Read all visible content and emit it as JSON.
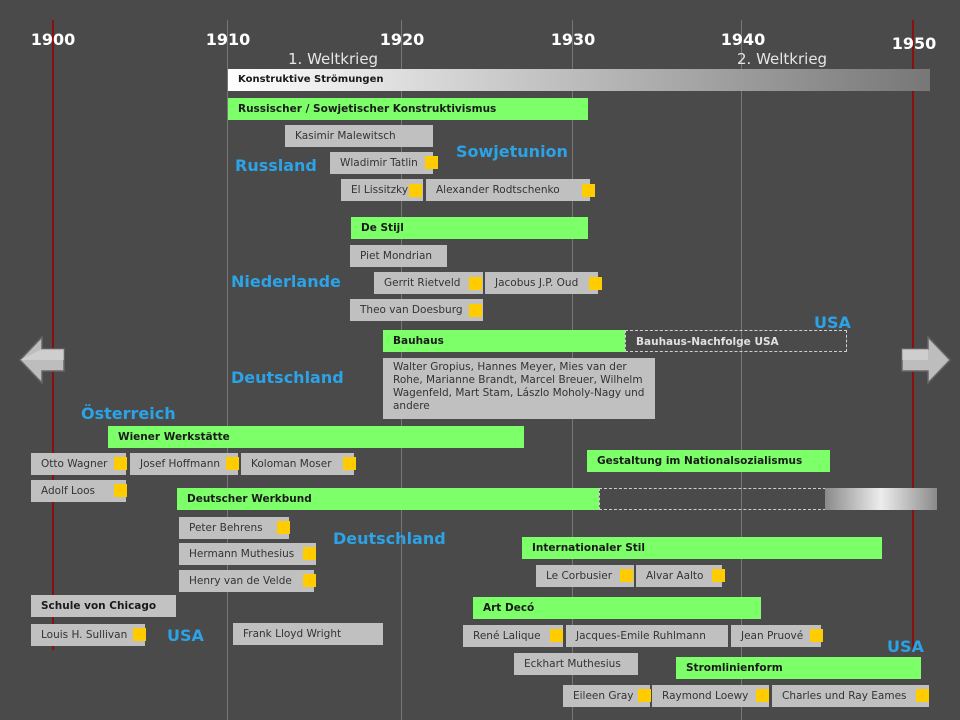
{
  "timeline": {
    "years": [
      {
        "label": "1900"
      },
      {
        "label": "1910"
      },
      {
        "label": "1920"
      },
      {
        "label": "1930"
      },
      {
        "label": "1940"
      },
      {
        "label": "1950"
      }
    ],
    "wars": [
      "1. Weltkrieg",
      "2. Weltkrieg"
    ]
  },
  "movements": {
    "konstruktive": "Konstruktive Strömungen",
    "russischer": "Russischer / Sowjetischer Konstruktivismus",
    "destijl": "De Stijl",
    "bauhaus": "Bauhaus",
    "bauhaus_usa": "Bauhaus-Nachfolge USA",
    "wiener": "Wiener Werkstätte",
    "national": "Gestaltung im Nationalsozialismus",
    "werkbund": "Deutscher Werkbund",
    "internationaler": "Internationaler Stil",
    "chicago": "Schule von Chicago",
    "artdeco": "Art Decó",
    "stromlinie": "Stromlinienform"
  },
  "countries": {
    "russland": "Russland",
    "sowjetunion": "Sowjetunion",
    "niederlande": "Niederlande",
    "usa_bauhaus": "USA",
    "deutschland_bauhaus": "Deutschland",
    "oesterreich": "Österreich",
    "deutschland_werkbund": "Deutschland",
    "usa_chicago": "USA",
    "usa_stromlinie": "USA"
  },
  "people": {
    "malewitsch": "Kasimir Malewitsch",
    "tatlin": "Wladimir Tatlin",
    "lissitzky": "El Lissitzky",
    "rodtschenko": "Alexander Rodtschenko",
    "mondrian": "Piet Mondrian",
    "rietveld": "Gerrit Rietveld",
    "oud": "Jacobus J.P. Oud",
    "doesburg": "Theo van Doesburg",
    "bauhaus_group": "Walter Gropius, Hannes Meyer, Mies van der Rohe, Marianne Brandt, Marcel Breuer, Wilhelm Wagenfeld, Mart Stam, Lászlo Moholy-Nagy und andere",
    "wagner": "Otto Wagner",
    "hoffmann": "Josef Hoffmann",
    "moser": "Koloman Moser",
    "loos": "Adolf Loos",
    "behrens": "Peter Behrens",
    "muthesius": "Hermann Muthesius",
    "velde": "Henry van de Velde",
    "corbusier": "Le Corbusier",
    "aalto": "Alvar Aalto",
    "sullivan": "Louis H. Sullivan",
    "wright": "Frank Lloyd Wright",
    "lalique": "René Lalique",
    "ruhlmann": "Jacques-Emile Ruhlmann",
    "pruove": "Jean Pruové",
    "eckhart": "Eckhart Muthesius",
    "gray": "Eileen Gray",
    "loewy": "Raymond Loewy",
    "eames": "Charles und Ray Eames"
  },
  "colors": {
    "movement": "#7dff6a",
    "country": "#2ba3e6",
    "marker": "#ffcc00",
    "grid_red": "#8a1010"
  },
  "nav": {
    "left": "arrow-left-icon",
    "right": "arrow-right-icon"
  }
}
